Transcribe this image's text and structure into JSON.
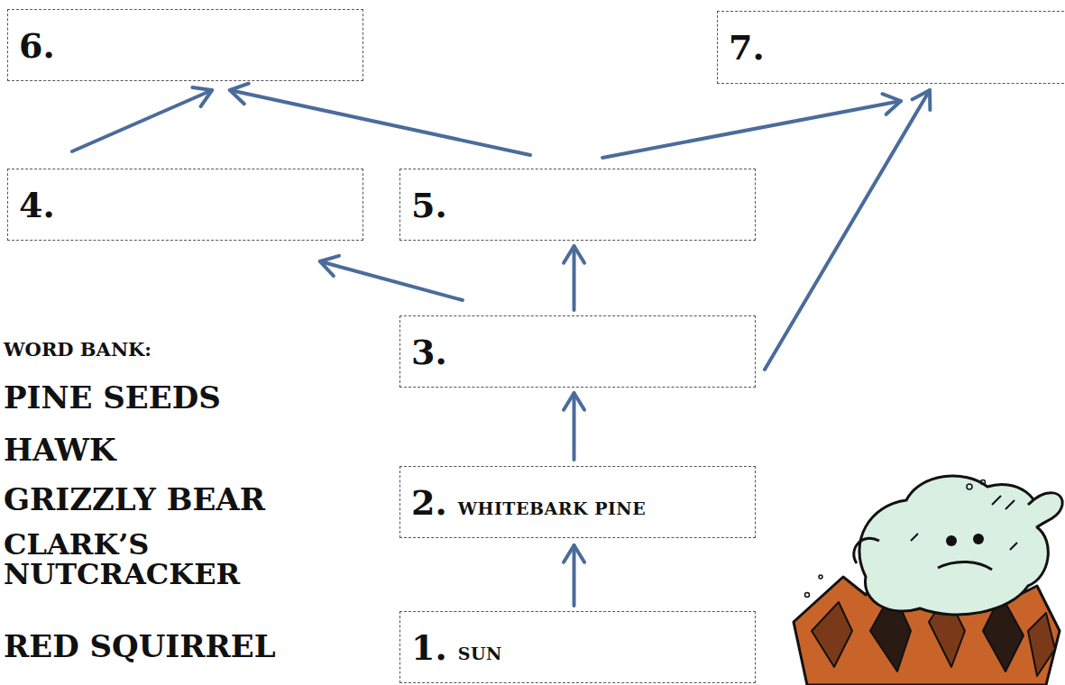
{
  "diagram": {
    "nodes": [
      {
        "text": [
          "6."
        ]
      },
      {
        "text": [
          "7."
        ]
      },
      {
        "text": [
          "4."
        ]
      },
      {
        "text": [
          "5."
        ]
      },
      {
        "text": [
          "3."
        ]
      },
      {
        "text": [
          "2.",
          "WHITEBARK PINE"
        ]
      },
      {
        "text": [
          "1.",
          "SUN"
        ]
      }
    ],
    "edges": [
      {
        "from": 6,
        "to": 5,
        "arrow": "to"
      },
      {
        "from": 5,
        "to": 4,
        "arrow": "to"
      },
      {
        "from": 4,
        "to": 3,
        "arrow": "to"
      },
      {
        "from": 4,
        "to": 2,
        "arrow": "to"
      },
      {
        "from": 2,
        "to": 0,
        "arrow": "to"
      },
      {
        "from": 3,
        "to": 0,
        "arrow": "to"
      },
      {
        "from": 3,
        "to": 1,
        "arrow": "to"
      },
      {
        "from": 4,
        "to": 1,
        "arrow": "to"
      }
    ],
    "labels": [
      "WORD BANK:",
      "PINE SEEDS",
      "HAWK",
      "GRIZZLY BEAR",
      "CLARK’S NUTCRACKER",
      "RED SQUIRREL"
    ]
  }
}
